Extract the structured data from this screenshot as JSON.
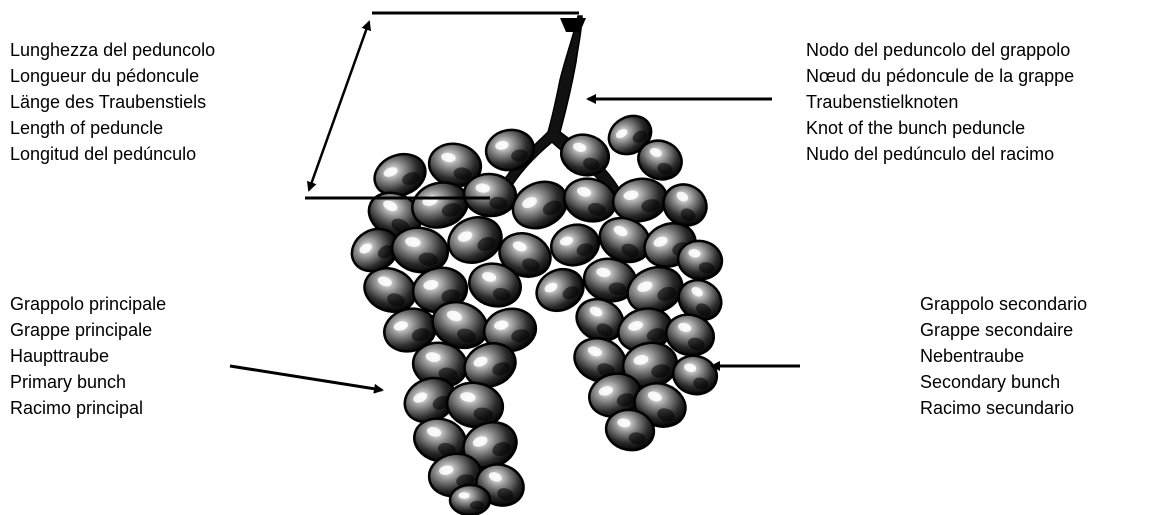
{
  "labels": {
    "peduncle_length": [
      "Lunghezza del peduncolo",
      "Longueur du pédoncule",
      "Länge des Traubenstiels",
      "Length of peduncle",
      "Longitud del pedúnculo"
    ],
    "primary_bunch": [
      "Grappolo principale",
      "Grappe principale",
      "Haupttraube",
      "Primary bunch",
      "Racimo principal"
    ],
    "peduncle_knot": [
      "Nodo del peduncolo del grappolo",
      "Nœud du pédoncule de la grappe",
      "Traubenstielknoten",
      "Knot of the bunch peduncle",
      "Nudo del pedúnculo del racimo"
    ],
    "secondary_bunch": [
      "Grappolo secondario",
      "Grappe secondaire",
      "Nebentraube",
      "Secondary bunch",
      "Racimo secundario"
    ]
  },
  "colors": {
    "ink": "#000000",
    "paper": "#ffffff",
    "berry_shade": "#2a2a2a"
  }
}
